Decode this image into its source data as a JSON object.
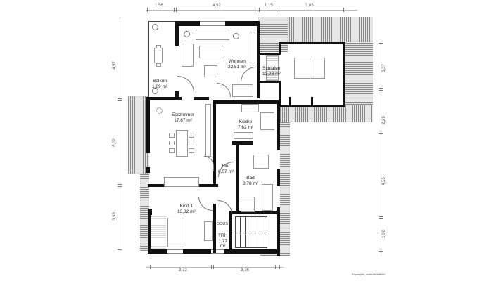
{
  "dimensions": {
    "top": [
      "1,56",
      "4,92",
      "1,15",
      "3,85"
    ],
    "bottom": [
      "3,72",
      "3,76"
    ],
    "left": [
      "4,57",
      "5,02",
      "3,98"
    ],
    "right": [
      "3,37",
      "2,29",
      "4,55",
      "1,96"
    ]
  },
  "rooms": {
    "balkon": {
      "name": "Balkon",
      "area": "1,89 m²"
    },
    "wohnen": {
      "name": "Wohnen",
      "area": "22,51 m²"
    },
    "schlafen": {
      "name": "Schlafen",
      "area": "12,23 m²"
    },
    "esszimmer": {
      "name": "Esszimmer",
      "area": "17,87 m²"
    },
    "kueche": {
      "name": "Küche",
      "area": "7,62 m²"
    },
    "flur": {
      "name": "Flur",
      "area": "6,07 m²"
    },
    "bad": {
      "name": "Bad",
      "area": "8,78 m²"
    },
    "kind1": {
      "name": "Kind 1",
      "area": "13,82 m²"
    },
    "trh": {
      "name": "TRH",
      "area_value": "1,77",
      "area_unit": "m²"
    },
    "dous": {
      "name": "DOUS"
    }
  },
  "footer": {
    "disclaimer": "Exposeplan, nicht maßstäblich"
  },
  "colors": {
    "wall": "#111111",
    "roof_hatch": "#8a8a8a",
    "background": "#ffffff"
  }
}
